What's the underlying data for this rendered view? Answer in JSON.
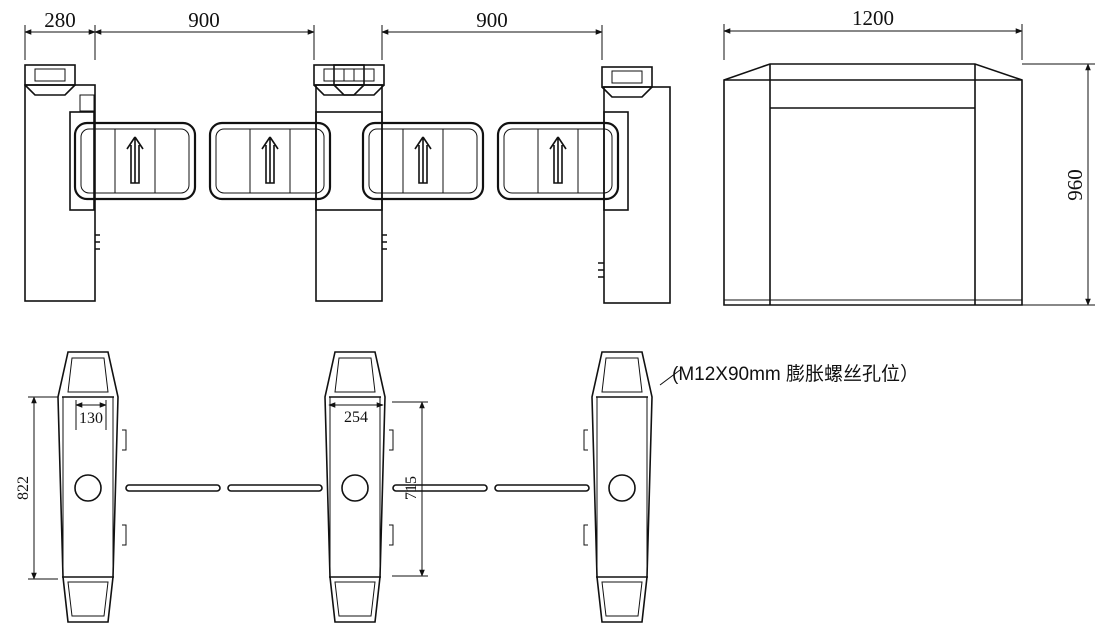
{
  "dimensions": {
    "gap_left": "280",
    "lane_width_1": "900",
    "lane_width_2": "900",
    "side_length": "1200",
    "height": "960",
    "base_width": "130",
    "middle_width": "254",
    "length_outer": "822",
    "length_inner": "715"
  },
  "annotation": {
    "anchor_hole": "(M12X90mm 膨胀螺丝孔位）"
  },
  "icons": {
    "passage_arrow": "up-arrow-icon"
  }
}
